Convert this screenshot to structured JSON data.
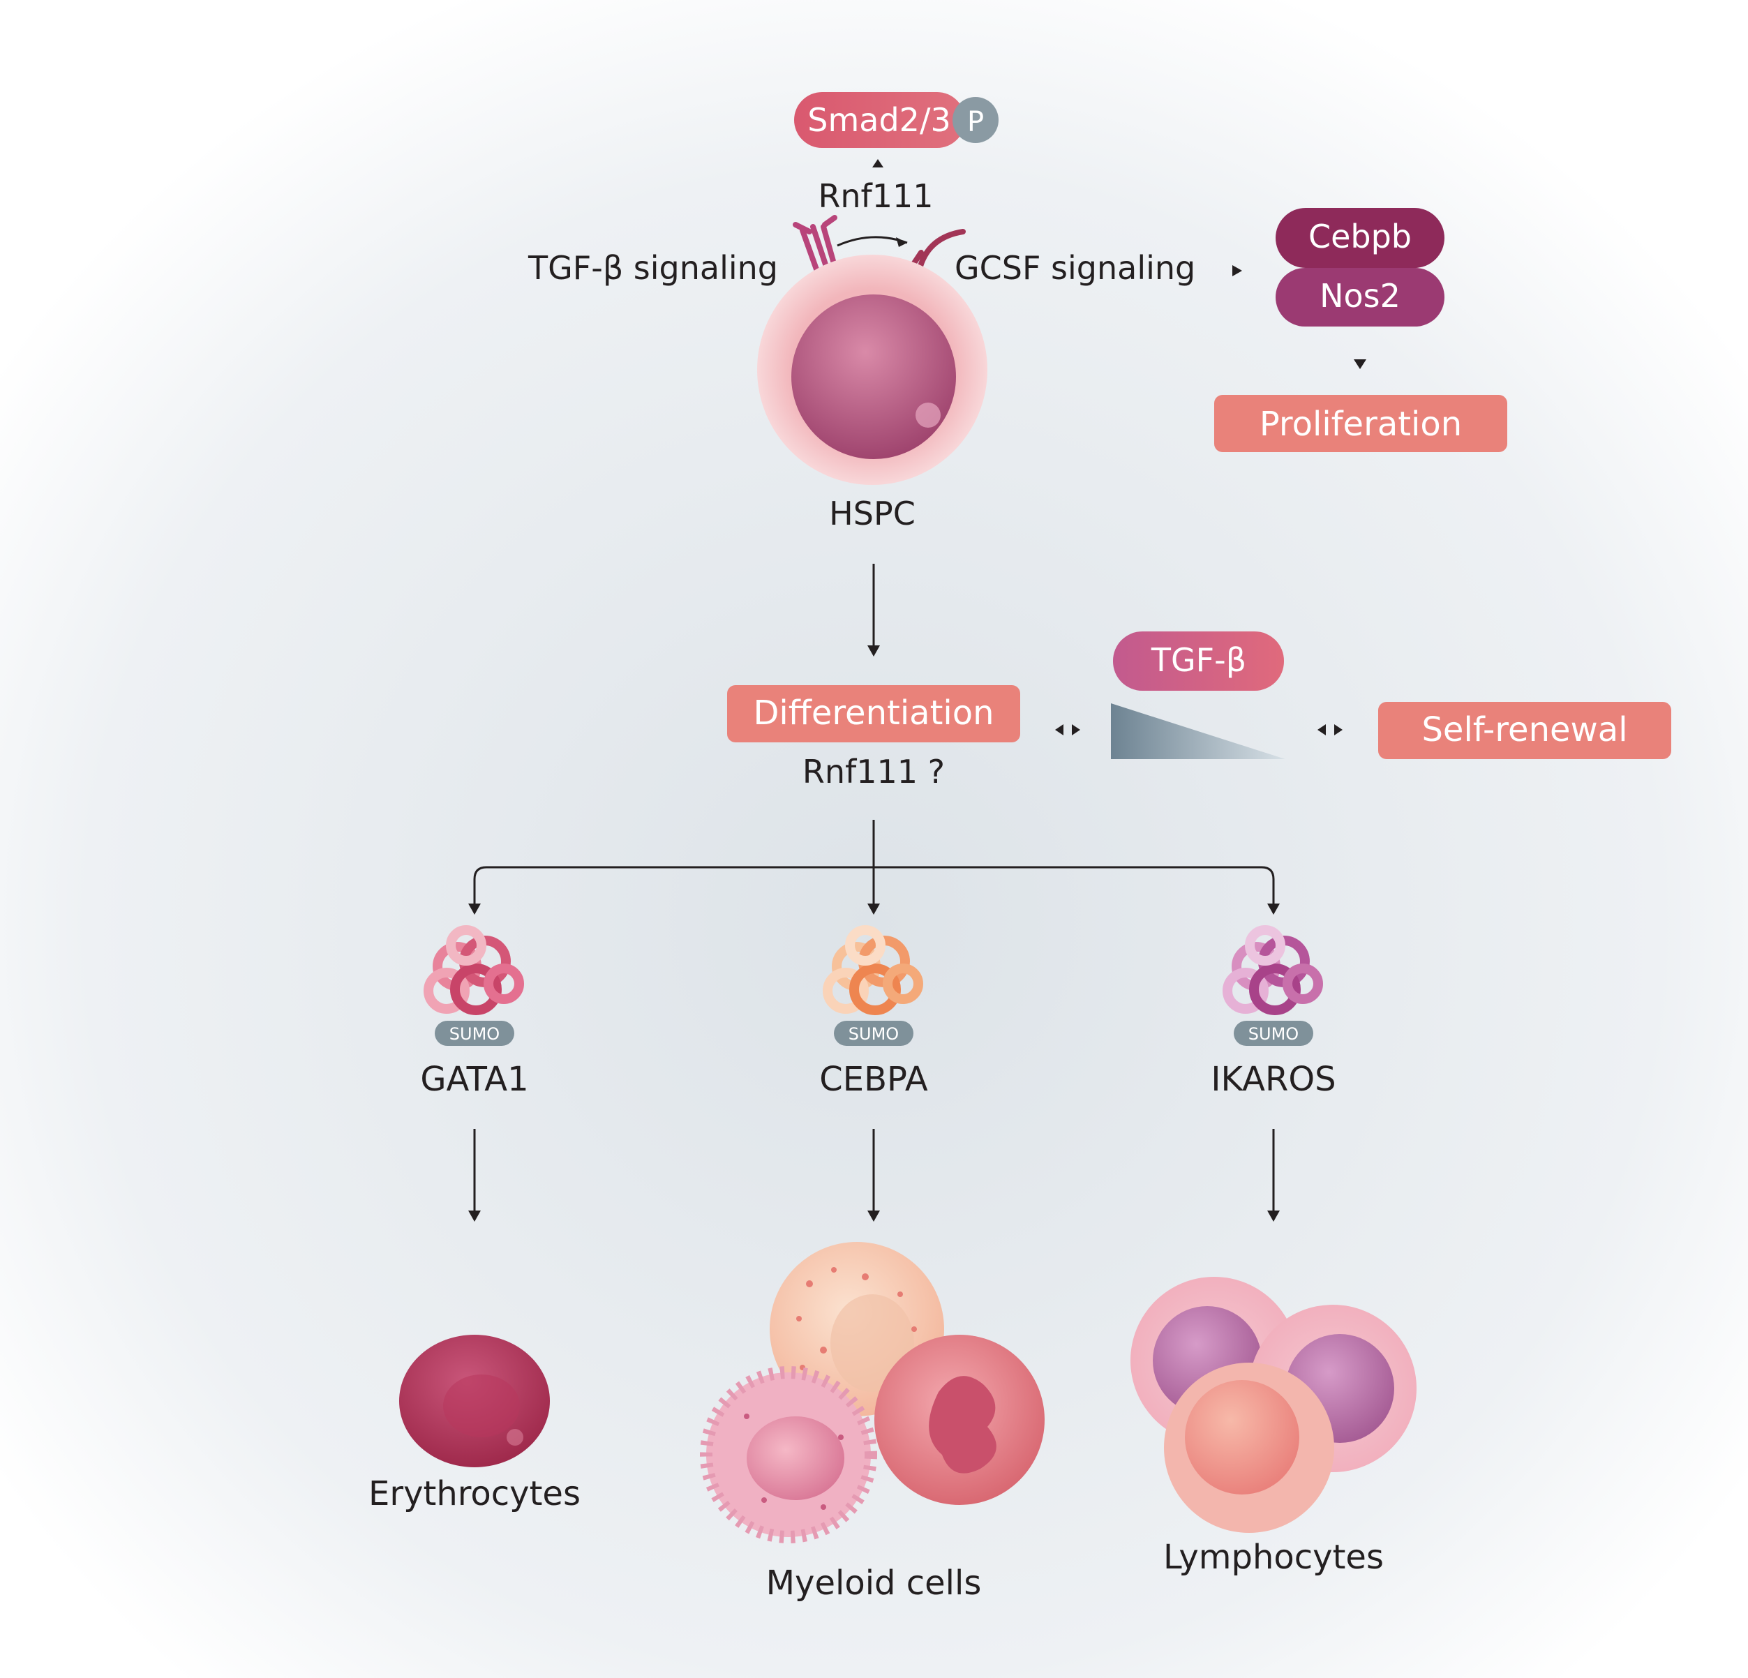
{
  "signaling": {
    "smad": "Smad2/3",
    "phospho": "P",
    "rnf111_top": "Rnf111",
    "tgfb_signaling": "TGF-β signaling",
    "gcsf_signaling": "GCSF signaling",
    "cebpb": "Cebpb",
    "nos2": "Nos2",
    "proliferation": "Proliferation"
  },
  "hspc": {
    "label": "HSPC"
  },
  "balance": {
    "differentiation": "Differentiation",
    "rnf111_question": "Rnf111 ?",
    "tgfb": "TGF-β",
    "self_renewal": "Self-renewal"
  },
  "factors": [
    {
      "name": "GATA1",
      "tag": "SUMO"
    },
    {
      "name": "CEBPA",
      "tag": "SUMO"
    },
    {
      "name": "IKAROS",
      "tag": "SUMO"
    }
  ],
  "cells": {
    "erythrocytes": "Erythrocytes",
    "myeloid": "Myeloid cells",
    "lymphocytes": "Lymphocytes"
  },
  "colors": {
    "pill_salmon": "#e9827a",
    "pill_rose": "#d4607a",
    "pill_plum": "#8e2a5a",
    "phospho_grey": "#8a9aa3",
    "sumo_grey": "#7f919a",
    "ink": "#231f20"
  }
}
